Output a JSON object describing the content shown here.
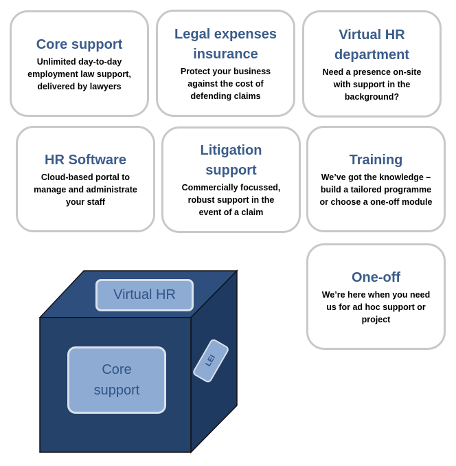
{
  "cards": [
    {
      "title": "Core support",
      "desc": "Unlimited day-to-day employment law support, delivered by lawyers"
    },
    {
      "title": "Legal expenses insurance",
      "desc": "Protect your business against the cost of defending claims"
    },
    {
      "title": "Virtual HR department",
      "desc": "Need a presence on-site with support in the background?"
    },
    {
      "title": "HR Software",
      "desc": "Cloud-based portal to manage and administrate your staff"
    },
    {
      "title": "Litigation support",
      "desc": "Commercially focussed, robust support in the event of a claim"
    },
    {
      "title": "Training",
      "desc": "We’ve got the knowledge – build a tailored programme or choose a one-off module"
    },
    {
      "title": "One-off",
      "desc": "We’re here when you need us for ad hoc support or project"
    }
  ],
  "cube": {
    "top_label": "Virtual HR",
    "front_label": "Core support",
    "side_label": "LEI",
    "colors": {
      "front": "#24426a",
      "top": "#2e4f7d",
      "side": "#1f3a60",
      "label_fill": "#8eabd3"
    }
  }
}
